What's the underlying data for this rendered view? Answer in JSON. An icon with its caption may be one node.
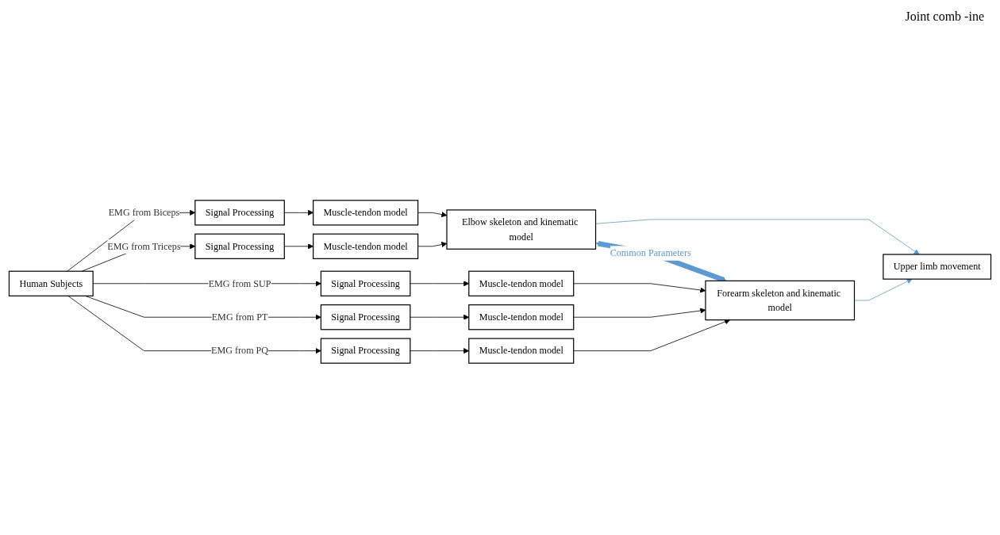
{
  "diagram": {
    "nodes": [
      {
        "text": [
          "Human Subjects"
        ]
      },
      {
        "text": [
          "Signal Processing"
        ]
      },
      {
        "text": [
          "Muscle-tendon model"
        ]
      },
      {
        "text": [
          "Signal Processing"
        ]
      },
      {
        "text": [
          "Muscle-tendon model"
        ]
      },
      {
        "text": [
          "Elbow skeleton and kinematic model"
        ]
      },
      {
        "text": [
          "Signal Processing"
        ]
      },
      {
        "text": [
          "Muscle-tendon model"
        ]
      },
      {
        "text": [
          "Forearm skeleton and kinematic model"
        ]
      },
      {
        "text": [
          "Signal Processing"
        ]
      },
      {
        "text": [
          "Muscle-tendon model"
        ]
      },
      {
        "text": [
          "Signal Processing"
        ]
      },
      {
        "text": [
          "Muscle-tendon model"
        ]
      },
      {
        "text": [
          "Upper limb movement"
        ]
      }
    ],
    "edges": [
      {
        "from": 0,
        "to": 1,
        "arrow": "to",
        "label": "EMG from Biceps"
      },
      {
        "from": 1,
        "to": 2,
        "arrow": "to"
      },
      {
        "from": 2,
        "to": 5,
        "arrow": "to"
      },
      {
        "from": 0,
        "to": 3,
        "arrow": "to",
        "label": "EMG from Triceps"
      },
      {
        "from": 3,
        "to": 4,
        "arrow": "to"
      },
      {
        "from": 4,
        "to": 5,
        "arrow": "to"
      },
      {
        "from": 5,
        "to": 8,
        "arrow": "both",
        "label": "Common Parameters",
        "style": "thick",
        "color": "#5b9bd5"
      },
      {
        "from": 0,
        "to": 6,
        "arrow": "to",
        "label": "EMG from SUP"
      },
      {
        "from": 6,
        "to": 7,
        "arrow": "to"
      },
      {
        "from": 7,
        "to": 8,
        "arrow": "to"
      },
      {
        "from": 0,
        "to": 9,
        "arrow": "to",
        "label": "EMG from PT"
      },
      {
        "from": 9,
        "to": 10,
        "arrow": "to"
      },
      {
        "from": 10,
        "to": 8,
        "arrow": "to"
      },
      {
        "from": 0,
        "to": 11,
        "arrow": "to",
        "label": "EMG from PQ"
      },
      {
        "from": 11,
        "to": 12,
        "arrow": "to"
      },
      {
        "from": 12,
        "to": 8,
        "arrow": "to"
      },
      {
        "from": 5,
        "to": 13,
        "arrow": "to",
        "color": "#5b9bd5"
      },
      {
        "from": 8,
        "to": 13,
        "arrow": "to",
        "color": "#5b9bd5"
      }
    ],
    "labels": [
      "Joint comb -ine"
    ]
  }
}
